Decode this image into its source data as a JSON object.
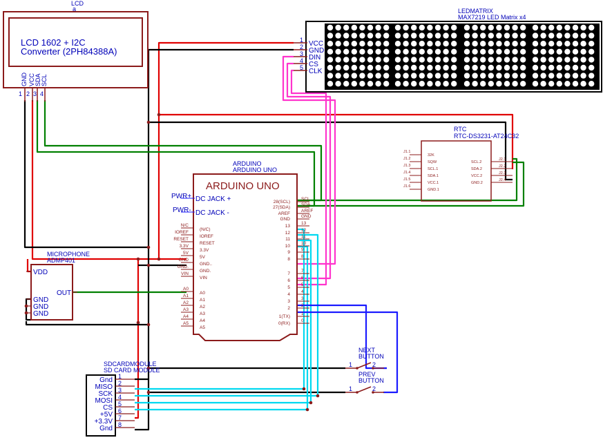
{
  "lcd": {
    "name": "LCD",
    "value": "a",
    "text_line1": "LCD 1602 + I2C",
    "text_line2": "Converter (2PH84388A)",
    "pin_labels": [
      "GND",
      "VCC",
      "SDA",
      "SCL"
    ],
    "pin_numbers": [
      "1",
      "2",
      "3",
      "4"
    ]
  },
  "ledmatrix": {
    "name": "LEDMATRIX",
    "value": "MAX7219 LED Matrix x4",
    "pin_numbers": [
      "1",
      "2",
      "3",
      "4",
      "5"
    ],
    "pin_labels": [
      "VCC",
      "GND",
      "DIN",
      "CS",
      "CLK"
    ]
  },
  "rtc": {
    "name": "RTC",
    "value": "RTC-DS3231-AT24C32",
    "left_pins": [
      "J1.1",
      "J1.2",
      "J1.3",
      "J1.4",
      "J1.5",
      "J1.6"
    ],
    "left_labels": [
      "32K",
      "SQW",
      "SCL.1",
      "SDA.1",
      "VCC.1",
      "GND.1"
    ],
    "right_labels": [
      "SCL.2",
      "SDA.2",
      "VCC.2",
      "GND.2"
    ],
    "right_pins": [
      "J2.1",
      "J2.2",
      "J2.3",
      "J2.4"
    ]
  },
  "arduino": {
    "name": "ARDUINO",
    "value": "ARDUINO UNO",
    "title": "ARDUINO UNO",
    "dc_plus": "DC JACK +",
    "dc_minus": "DC JACK -",
    "pwr_plus": "PWR+",
    "pwr_minus": "PWR-",
    "left_pins_outer": [
      "N/C",
      "IOREF",
      "RESET",
      "3.3V",
      "5V",
      "GND",
      "GND.",
      "VIN",
      "A0",
      "A1",
      "A2",
      "A3",
      "A4",
      "A5"
    ],
    "left_pins_inner": [
      "(N/C)",
      "IOREF",
      "RESET",
      "3.3V",
      "5V",
      "GND..",
      "GND.",
      "VIN",
      "A0",
      "A1",
      "A2",
      "A3",
      "A4",
      "A5"
    ],
    "right_pins_inner": [
      "28(SCL)",
      "27(SDA)",
      "AREF",
      "GND",
      "13",
      "12",
      "11",
      "10",
      "9",
      "8",
      "7",
      "6",
      "5",
      "4",
      "3",
      "2",
      "1(TX)",
      "0(RX)"
    ],
    "right_pins_outer": [
      "SCL",
      "SDA",
      "AREF",
      "GND",
      "13",
      "12",
      "11",
      "10",
      "9",
      "8",
      "7",
      "6",
      "5",
      "4",
      "3",
      "2",
      "1",
      "0"
    ]
  },
  "microphone": {
    "name": "MICROPHONE",
    "value": "ADMP401",
    "pins": [
      "VDD",
      "OUT",
      "GND",
      "GND",
      "GND"
    ]
  },
  "sdcard": {
    "name": "SDCARDMODULE",
    "value": "SD CARD MODULE",
    "pin_labels": [
      "Gnd",
      "MISO",
      "SCK",
      "MOSI",
      "CS",
      "+5V",
      "+3.3V",
      "Gnd"
    ],
    "pin_numbers": [
      "1",
      "2",
      "3",
      "4",
      "5",
      "6",
      "7",
      "8"
    ]
  },
  "buttons": {
    "next_line1": "NEXT",
    "next_line2": "BUTTON",
    "prev_line1": "PREV",
    "prev_line2": "BUTTON",
    "pin1": "1",
    "pin2": "2"
  },
  "colors": {
    "power": "#e00000",
    "ground": "#000000",
    "i2c": "#008000",
    "spi_led": "#ff33cc",
    "spi_sd": "#00d8f0",
    "buttons": "#1a1aff",
    "component_outline": "#8b1a1a",
    "label_text": "#0000b8"
  }
}
